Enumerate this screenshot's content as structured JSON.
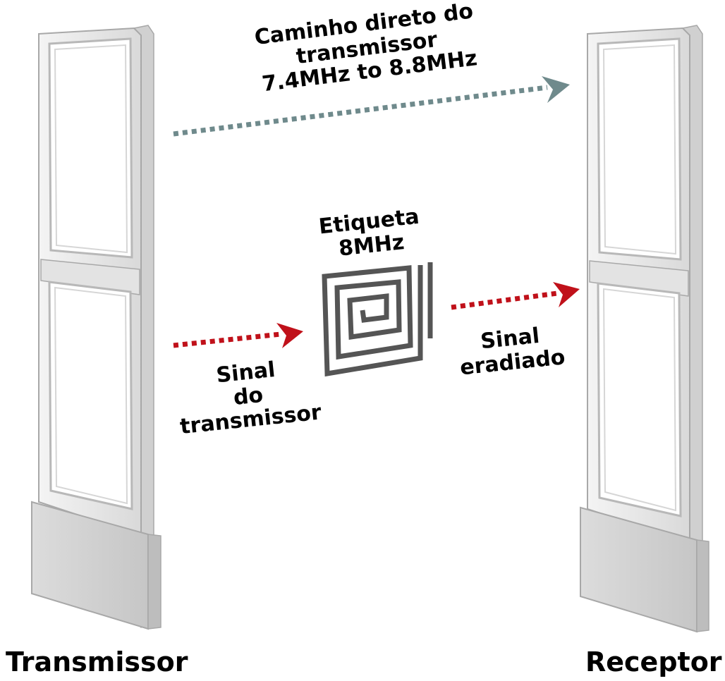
{
  "labels": {
    "direct_path": [
      "Caminho direto do",
      "transmissor",
      "7.4MHz to 8.8MHz"
    ],
    "tag": [
      "Etiqueta",
      "8MHz"
    ],
    "tx_signal": [
      "Sinal",
      "do",
      "transmissor"
    ],
    "radiated_signal": [
      "Sinal",
      "eradiado"
    ],
    "transmitter": "Transmissor",
    "receiver": "Receptor"
  },
  "colors": {
    "direct_arrow": "#6f8a8c",
    "signal_arrow": "#c0111a",
    "antenna_frame": "#e9e9e9",
    "antenna_outline": "#b5b5b5",
    "antenna_base": "#d4d4d4",
    "tag_coil": "#555555"
  }
}
